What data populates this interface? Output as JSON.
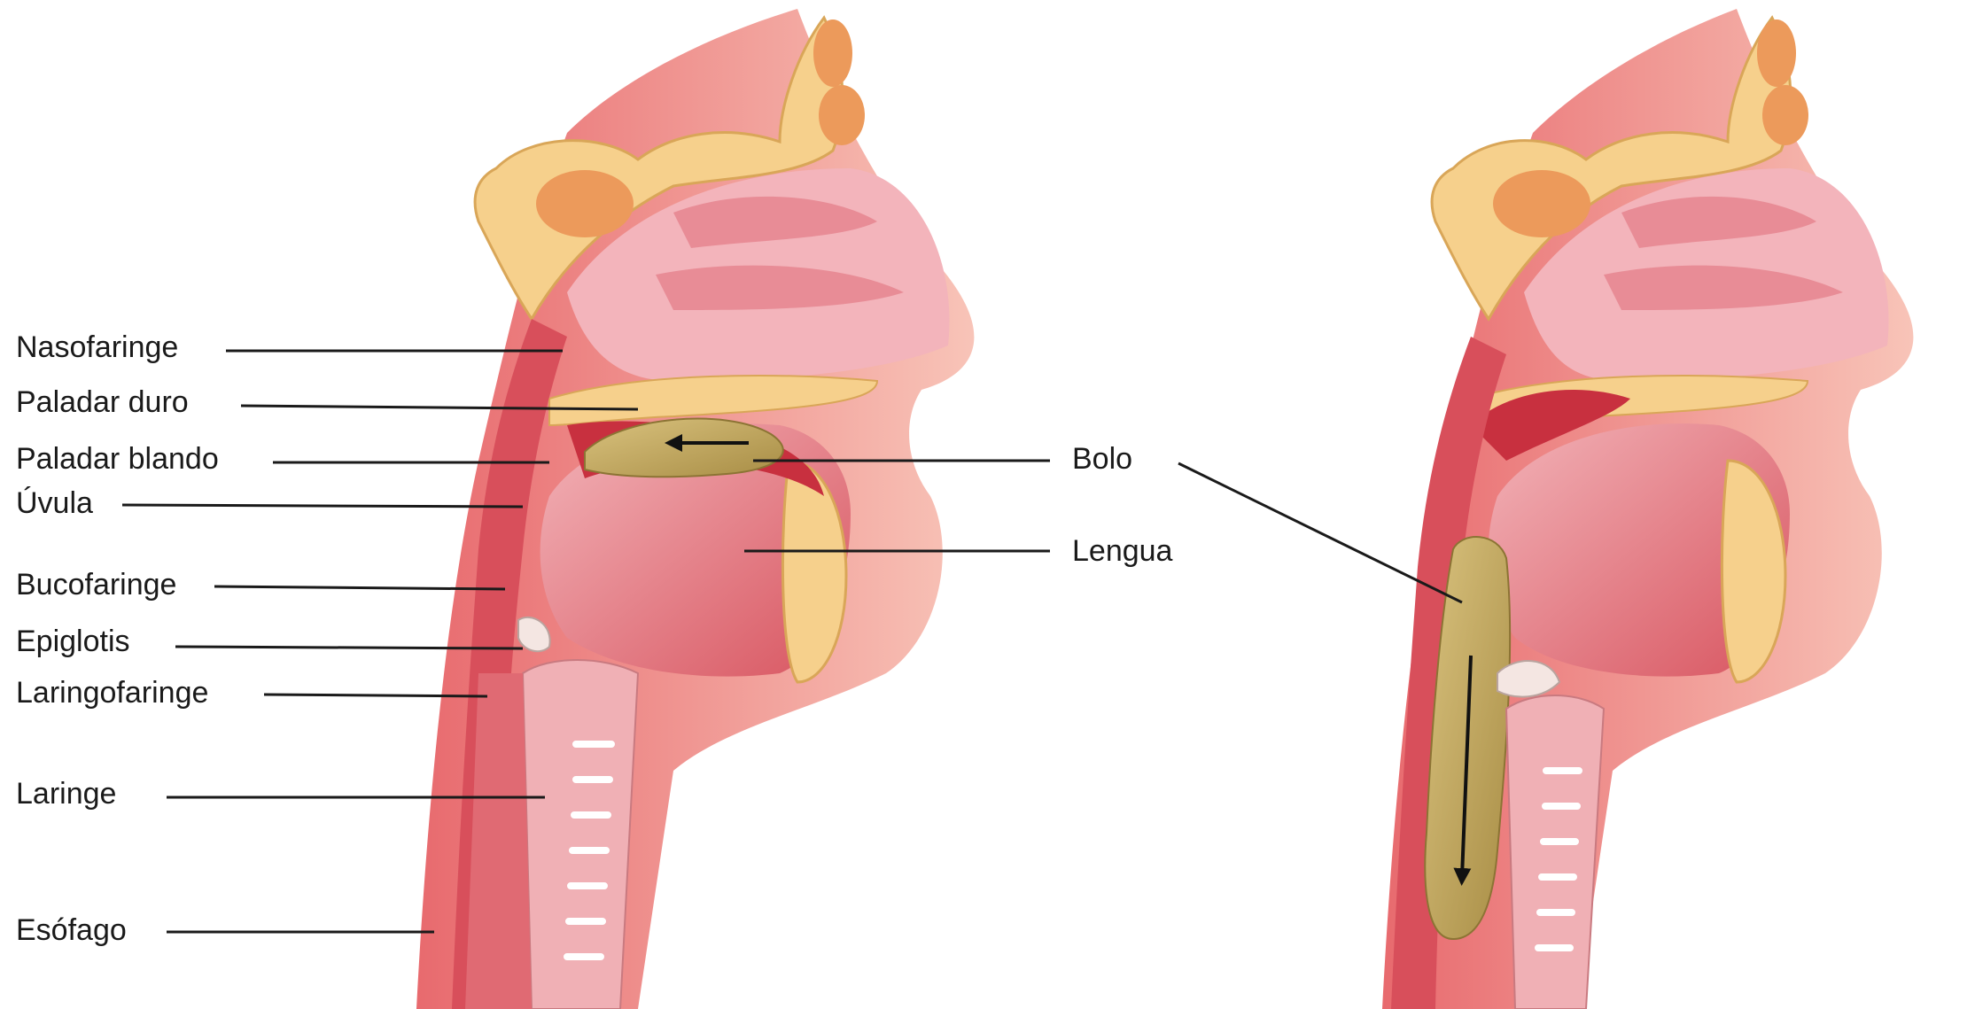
{
  "labels": {
    "nasofaringe": "Nasofaringe",
    "paladar_duro": "Paladar duro",
    "paladar_blando": "Paladar blando",
    "uvula": "Úvula",
    "bucofaringe": "Bucofaringe",
    "epiglotis": "Epiglotis",
    "laringofaringe": "Laringofaringe",
    "laringe": "Laringe",
    "esofago": "Esófago",
    "bolo": "Bolo",
    "lengua": "Lengua"
  },
  "colors": {
    "bone": "#f6d08c",
    "bone_dark": "#e9ac55",
    "mucosa": "#f0a8ae",
    "muscle": "#d8545f",
    "muscle_dark": "#b8303d",
    "skin": "#f2b79f",
    "bolus": "#c9b070",
    "bolus_edge": "#8c7434",
    "cartilage": "#f4e6e2",
    "cavity": "#f8d6da"
  },
  "icons": [
    "bolus-arrow-left-icon",
    "bolus-arrow-down-icon"
  ]
}
